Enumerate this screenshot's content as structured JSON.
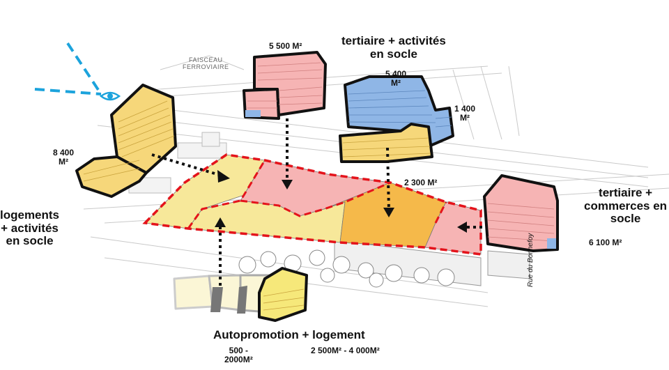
{
  "labels": {
    "faisceau_line1": "FAISCEAU",
    "faisceau_line2": "FERROVIAIRE",
    "area_left_1": "8 400",
    "area_left_2": "M²",
    "area_pink_top": "5 500 M²",
    "tertiaire_top_1": "tertiaire + activités",
    "tertiaire_top_2": "en socle",
    "area_blue_1": "5 400",
    "area_blue_2": "M²",
    "area_right_small_1": "1 400",
    "area_right_small_2": "M²",
    "area_orange": "2 300 M²",
    "logements_1": "logements",
    "logements_2": "+ activités",
    "logements_3": "en socle",
    "tertiaire_right_1": "tertiaire +",
    "tertiaire_right_2": "commerces en",
    "tertiaire_right_3": "socle",
    "area_pink_right": "6 100 M²",
    "street": "Rue du Bonnefoy",
    "autopromotion": "Autopromotion + logement",
    "area_bottom_left_1": "500 -",
    "area_bottom_left_2": "2000M²",
    "area_bottom_right": "2 500M² - 4 000M²"
  },
  "colors": {
    "yellow": "#f7e89a",
    "yellow_dark": "#f2d36b",
    "pink": "#f6b4b4",
    "orange": "#f5b94a",
    "blue": "#8fb6e6",
    "red_dash": "#e4131b",
    "eye_blue": "#1ca3dc"
  },
  "icons": [
    "eye-icon"
  ]
}
